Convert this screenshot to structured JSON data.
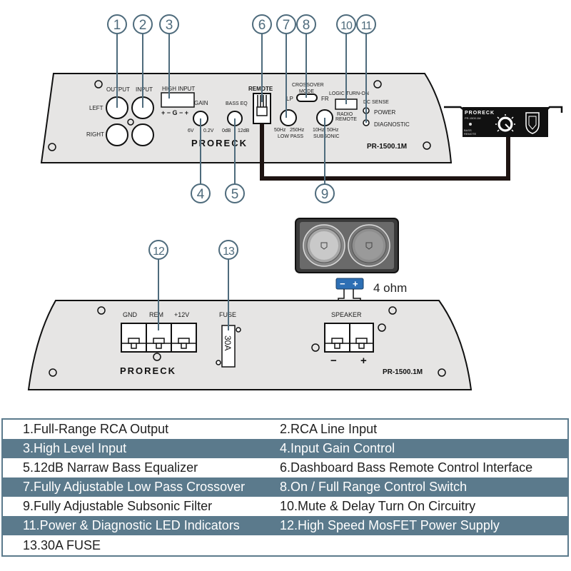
{
  "colors": {
    "callout": "#4e6b7c",
    "table_accent": "#5b7a8c",
    "panel_fill": "#e6e5e4",
    "speaker_terminal_blue": "#2d6fb4"
  },
  "callouts_top": [
    "1",
    "2",
    "3",
    "6",
    "7",
    "8",
    "10",
    "11"
  ],
  "callouts_bottom_top_amp": [
    "4",
    "5",
    "9"
  ],
  "callouts_lower_amp": [
    "12",
    "13"
  ],
  "top_panel": {
    "output_label": "OUTPUT",
    "input_label": "INPUT",
    "left_label": "LEFT",
    "right_label": "RIGHT",
    "high_input_label": "HIGH INPUT",
    "high_input_polarity": "+ − G − +",
    "gain_label": "GAIN",
    "gain_min": "6V",
    "gain_max": "0.2V",
    "bass_eq_label": "BASS EQ",
    "bass_eq_min": "0dB",
    "bass_eq_max": "12dB",
    "remote_label": "REMOTE",
    "crossover_label_1": "CROSSOVER",
    "crossover_label_2": "MODE",
    "lp_label": "LP",
    "fr_label": "FR",
    "lowpass_min": "50Hz",
    "lowpass_max": "250Hz",
    "lowpass_label": "LOW PASS",
    "subsonic_min": "10Hz",
    "subsonic_max": "50Hz",
    "subsonic_label": "SUBSONIC",
    "logic_label": "LOGIC TURN-ON",
    "radio_label_1": "RADIO",
    "radio_label_2": "REMOTE",
    "dc_sense_label": "DC SENSE",
    "power_label": "POWER",
    "diagnostic_label": "DIAGNOSTIC",
    "brand": "PRORECK",
    "model": "PR-1500.1M"
  },
  "remote_unit": {
    "brand": "PRORECK",
    "model": "PR-1500.1M",
    "label_1": "BASS",
    "label_2": "REMOTE"
  },
  "speaker": {
    "impedance": "4 ohm",
    "minus": "−",
    "plus": "+"
  },
  "bottom_panel": {
    "gnd_label": "GND",
    "rem_label": "REM",
    "v12_label": "+12V",
    "fuse_label": "FUSE",
    "fuse_value": "30A",
    "speaker_label": "SPEAKER",
    "minus": "−",
    "plus": "+",
    "brand": "PRORECK",
    "model": "PR-1500.1M"
  },
  "legend": [
    [
      "1.Full-Range RCA Output",
      "2.RCA Line Input"
    ],
    [
      "3.High Level Input",
      "4.Input Gain Control"
    ],
    [
      "5.12dB Narraw Bass Equalizer",
      "6.Dashboard Bass Remote Control Interface"
    ],
    [
      "7.Fully Adjustable Low Pass Crossover",
      "8.On / Full Range Control Switch"
    ],
    [
      "9.Fully Adjustable Subsonic Filter",
      "10.Mute & Delay Turn On Circuitry"
    ],
    [
      "11.Power & Diagnostic LED Indicators",
      "12.High Speed MosFET Power Supply"
    ],
    [
      "13.30A FUSE",
      ""
    ]
  ]
}
